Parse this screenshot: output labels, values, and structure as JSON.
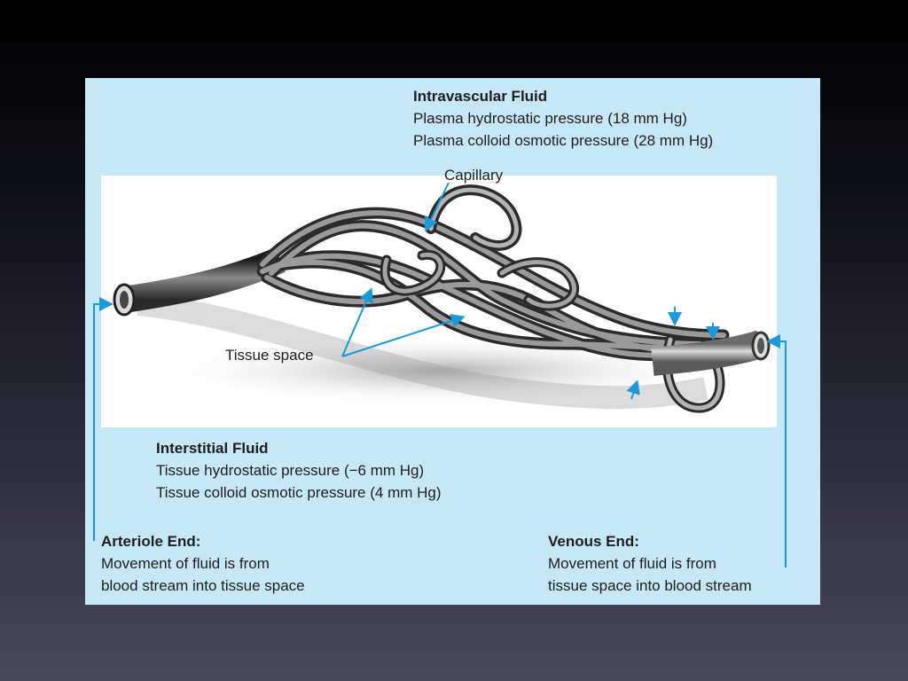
{
  "intravascular": {
    "heading": "Intravascular Fluid",
    "line1": "Plasma hydrostatic pressure (18 mm Hg)",
    "line2": "Plasma colloid osmotic pressure (28 mm Hg)"
  },
  "interstitial": {
    "heading": "Interstitial Fluid",
    "line1": "Tissue hydrostatic pressure (−6 mm Hg)",
    "line2": "Tissue colloid osmotic pressure (4 mm Hg)"
  },
  "arteriole": {
    "heading": "Arteriole End:",
    "line1": "Movement of fluid is from",
    "line2": "blood stream into tissue space"
  },
  "venous": {
    "heading": "Venous End:",
    "line1": "Movement of fluid is from",
    "line2": "tissue space into blood stream"
  },
  "labels": {
    "capillary": "Capillary",
    "tissue_space": "Tissue space"
  },
  "colors": {
    "panel": "#c6e7f6",
    "pointer": "#1a9ad6",
    "vessel": "#5a5a5a"
  }
}
